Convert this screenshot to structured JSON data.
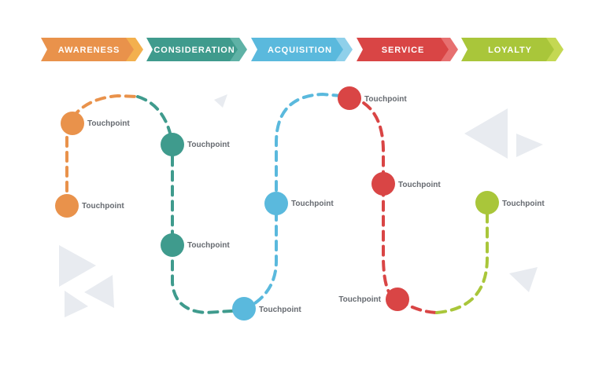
{
  "stages": [
    {
      "label": "AWARENESS",
      "color": "#e9924b",
      "accent": "#f3b04e"
    },
    {
      "label": "CONSIDERATION",
      "color": "#3f9b8d",
      "accent": "#5fb2a6"
    },
    {
      "label": "ACQUISITION",
      "color": "#5ab9dd",
      "accent": "#8fd0ea"
    },
    {
      "label": "SERVICE",
      "color": "#d94545",
      "accent": "#e77070"
    },
    {
      "label": "LOYALTY",
      "color": "#a9c63a",
      "accent": "#c4d853"
    }
  ],
  "touchpoints": [
    {
      "label": "Touchpoint",
      "stage": 0
    },
    {
      "label": "Touchpoint",
      "stage": 0
    },
    {
      "label": "Touchpoint",
      "stage": 1
    },
    {
      "label": "Touchpoint",
      "stage": 1
    },
    {
      "label": "Touchpoint",
      "stage": 2
    },
    {
      "label": "Touchpoint",
      "stage": 2
    },
    {
      "label": "Touchpoint",
      "stage": 3
    },
    {
      "label": "Touchpoint",
      "stage": 3
    },
    {
      "label": "Touchpoint",
      "stage": 3
    },
    {
      "label": "Touchpoint",
      "stage": 4
    }
  ],
  "decor_color": "#e8ebf0"
}
